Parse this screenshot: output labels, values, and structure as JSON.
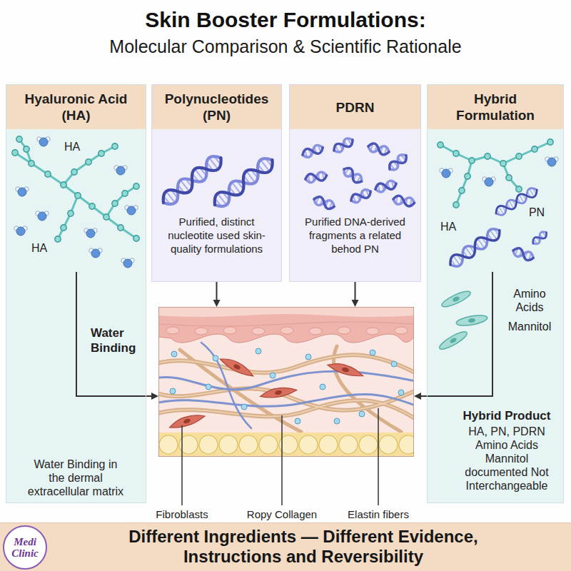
{
  "diagram": {
    "title": "Skin Booster Formulations:",
    "caption": "Different Ingredients — Different Evidence, Instructions and Reversibility",
    "nodes": [
      {
        "text": [
          "Hyaluronic Acid (HA)",
          "Water Binding",
          "Water Binding in the dermal extracellular matrix"
        ]
      },
      {
        "text": [
          "Polynucleotides (PN)",
          "Purified, distinct nucleotite used skin-quality formulations"
        ]
      },
      {
        "text": [
          "PDRN",
          "Purified DNA-derived fragments a related behod PN"
        ]
      },
      {
        "text": [
          "Hybrid Formulation",
          "Hybrid Product",
          "HA, PN, PDRN Amino Acids Mannitol documented Not Interchangeable"
        ]
      },
      {
        "text": [
          "Fibroblasts",
          "Ropy Collagen",
          "Elastin fibers"
        ]
      },
      {
        "text": [
          "Medi Clinic"
        ]
      }
    ],
    "edges": [
      {
        "from": 0,
        "to": 4,
        "arrow": "to"
      },
      {
        "from": 1,
        "to": 4,
        "arrow": "to"
      },
      {
        "from": 2,
        "to": 4,
        "arrow": "to"
      },
      {
        "from": 3,
        "to": 4,
        "arrow": "to"
      }
    ],
    "labels": [
      "Molecular Comparison & Scientific Rationale",
      "HA",
      "HA",
      "PN",
      "HA",
      "Amino Acids",
      "Mannitol"
    ]
  }
}
